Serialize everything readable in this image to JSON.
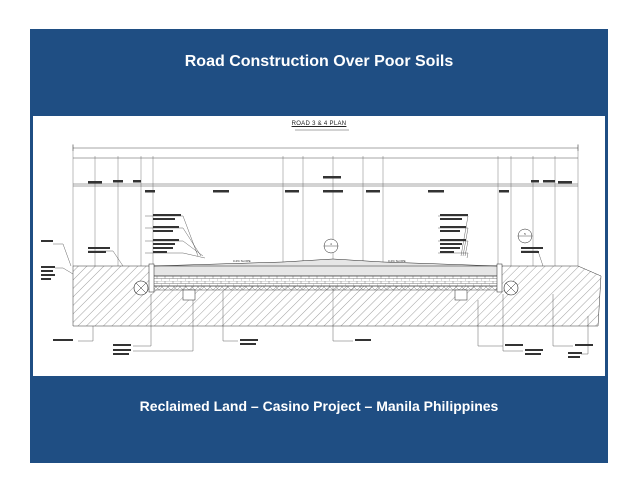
{
  "slide": {
    "title": "Road Construction Over Poor Soils",
    "caption": "Reclaimed Land – Casino Project – Manila Philippines",
    "background_color": "#1f4e83",
    "text_color": "#ffffff"
  },
  "drawing": {
    "plan_title": "ROAD 3 & 4 PLAN",
    "slope_left": "0.2% SLOPE",
    "slope_right": "0.2% SLOPE",
    "callout_left": "4",
    "callout_right": "5"
  }
}
